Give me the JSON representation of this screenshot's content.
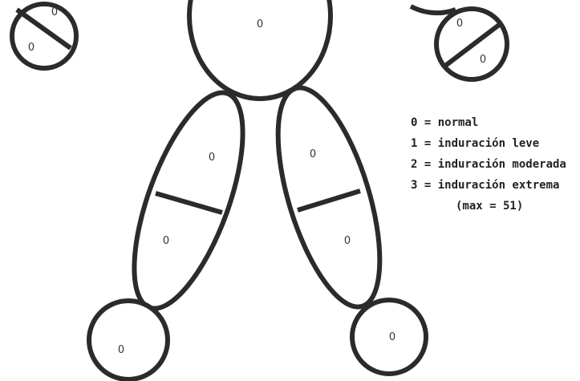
{
  "scores": {
    "head": "0",
    "hand_left_a": "0",
    "hand_left_b": "0",
    "hand_right_a": "0",
    "hand_right_b": "0",
    "thigh_left": "0",
    "shin_left": "0",
    "thigh_right": "0",
    "shin_right": "0",
    "foot_left": "0",
    "foot_right": "0"
  },
  "legend": {
    "items": [
      "0 = normal",
      "1 = induración leve",
      "2 = induración moderada",
      "3 = induración extrema"
    ],
    "max": "(max = 51)"
  }
}
